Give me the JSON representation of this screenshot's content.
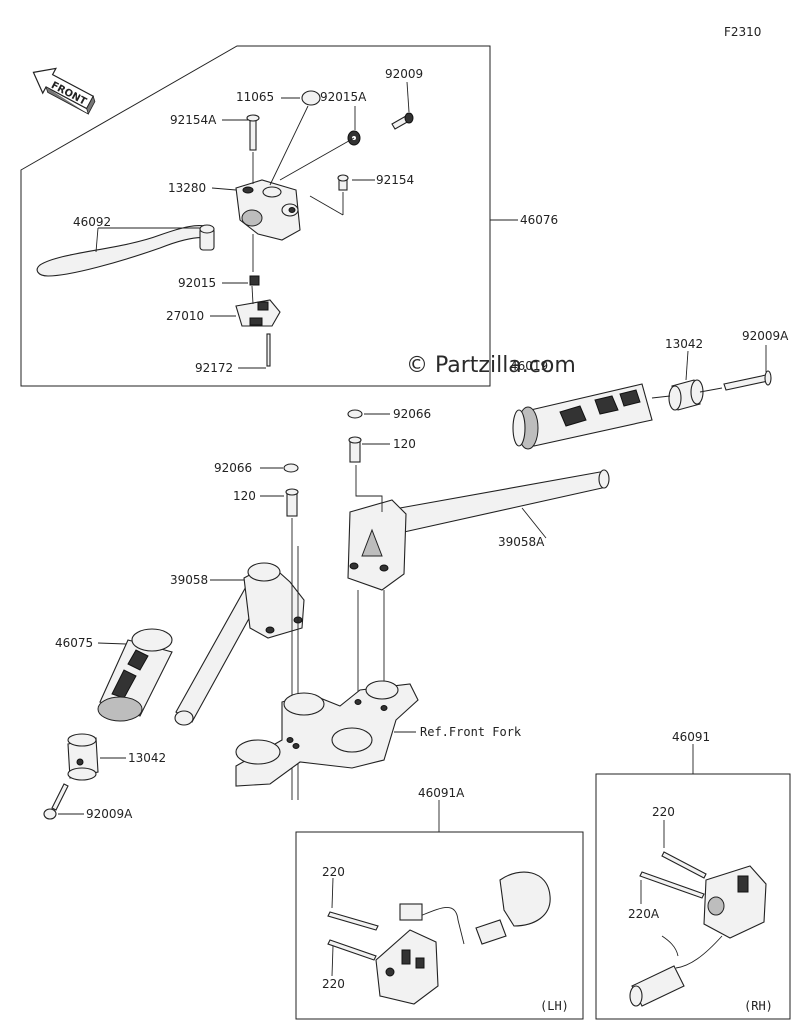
{
  "figure_code": "F2310",
  "watermark": "© Partzilla.com",
  "front_arrow_label": "FRONT",
  "labels": {
    "l_11065": "11065",
    "l_92009": "92009",
    "l_92154A": "92154A",
    "l_92015A": "92015A",
    "l_92154": "92154",
    "l_13280": "13280",
    "l_46092": "46092",
    "l_46076": "46076",
    "l_92015": "92015",
    "l_27010": "27010",
    "l_92172": "92172",
    "l_46019": "46019",
    "l_13042_r": "13042",
    "l_92009A_r": "92009A",
    "l_92066_a": "92066",
    "l_120_a": "120",
    "l_92066_b": "92066",
    "l_120_b": "120",
    "l_39058A": "39058A",
    "l_39058": "39058",
    "l_46075": "46075",
    "l_ref_fork": "Ref.Front Fork",
    "l_13042_l": "13042",
    "l_92009A_l": "92009A",
    "l_46091A": "46091A",
    "l_46091": "46091",
    "l_220_a": "220",
    "l_220_b": "220",
    "l_220_c": "220",
    "l_220A": "220A",
    "l_lh": "(LH)",
    "l_rh": "(RH)"
  },
  "colors": {
    "line": "#222222",
    "background": "#ffffff"
  }
}
